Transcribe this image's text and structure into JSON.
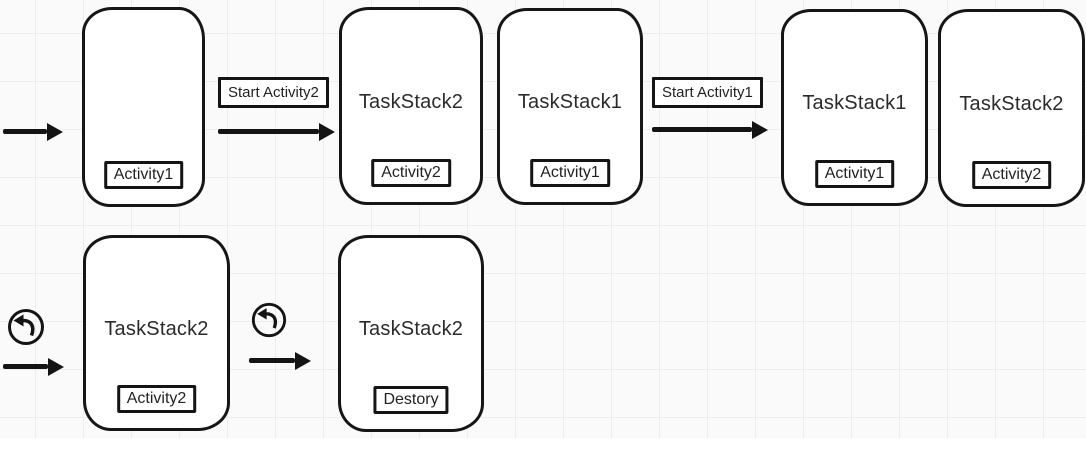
{
  "diagram": {
    "background": {
      "paper_color": "#fbfafa",
      "grid_color": "#ededed",
      "stroke_color": "#141414"
    },
    "stacks": [
      {
        "title": "",
        "activity": "Activity1",
        "row": "top"
      },
      {
        "title": "TaskStack2",
        "activity": "Activity2",
        "row": "top"
      },
      {
        "title": "TaskStack1",
        "activity": "Activity1",
        "row": "top"
      },
      {
        "title": "TaskStack1",
        "activity": "Activity1",
        "row": "top"
      },
      {
        "title": "TaskStack2",
        "activity": "Activity2",
        "row": "top"
      },
      {
        "title": "TaskStack2",
        "activity": "Activity2",
        "row": "bottom"
      },
      {
        "title": "TaskStack2",
        "activity": "Destory",
        "row": "bottom"
      }
    ],
    "transitions": [
      {
        "label": "Start Activity2"
      },
      {
        "label": "Start Activity1"
      }
    ],
    "icons": [
      {
        "name": "back-arrow-icon"
      },
      {
        "name": "back-arrow-icon"
      }
    ]
  }
}
